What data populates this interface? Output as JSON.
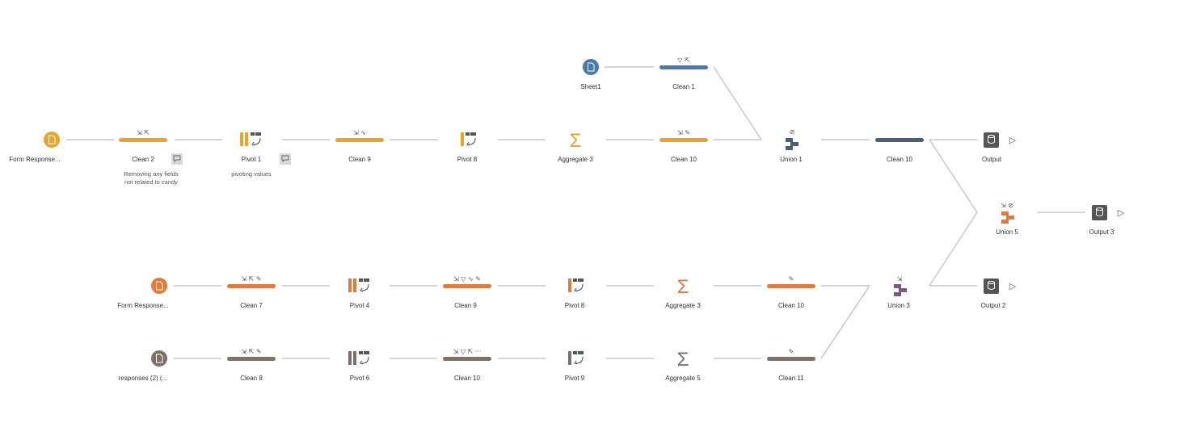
{
  "colors": {
    "yellow": "#e9a42c",
    "orange": "#e07a3d",
    "gray": "#7c7068",
    "blue": "#4a7aa6",
    "navy": "#4d5f74",
    "union_purple": "#7a5a76",
    "output": "#555555",
    "connector": "#c8c8c8"
  },
  "nodes": {
    "form_responses_1": {
      "label": "Form Response...",
      "icon": "input-file-icon"
    },
    "clean2": {
      "label": "Clean 2",
      "icons": "⇲ ⇱",
      "note_line1": "Removing any fields",
      "note_line2": "not related to candy"
    },
    "pivot1": {
      "label": "Pivot 1",
      "note": "pivoting values"
    },
    "clean9_top": {
      "label": "Clean 9",
      "icons": "⇲ ∿"
    },
    "pivot8_top": {
      "label": "Pivot 8"
    },
    "aggregate3_top": {
      "label": "Aggregate 3"
    },
    "clean10_top": {
      "label": "Clean 10",
      "icons": "⇲ ✎"
    },
    "sheet1": {
      "label": "Sheet1"
    },
    "clean1": {
      "label": "Clean 1",
      "icons": "▽ ⇱"
    },
    "union1": {
      "label": "Union 1",
      "icons": "⊘"
    },
    "clean10_mid": {
      "label": "Clean 10"
    },
    "output": {
      "label": "Output"
    },
    "union5": {
      "label": "Union 5",
      "icons": "⇲ ⊘"
    },
    "output3": {
      "label": "Output 3"
    },
    "output2": {
      "label": "Output 2"
    },
    "union3": {
      "label": "Union 3",
      "icons": "⇲"
    },
    "form_responses_2": {
      "label": "Form Response..."
    },
    "clean7": {
      "label": "Clean 7",
      "icons": "⇲ ⇱ ✎"
    },
    "pivot4": {
      "label": "Pivot 4"
    },
    "clean9_mid": {
      "label": "Clean 9",
      "icons": "⇲ ▽ ∿ ✎"
    },
    "pivot8_mid": {
      "label": "Pivot 8"
    },
    "aggregate3_mid": {
      "label": "Aggregate 3"
    },
    "clean10_low": {
      "label": "Clean 10",
      "icons": "✎"
    },
    "responses2": {
      "label": "responses (2) (..."
    },
    "clean8": {
      "label": "Clean 8",
      "icons": "⇲ ⇱ ✎"
    },
    "pivot6": {
      "label": "Pivot 6"
    },
    "clean10_bot": {
      "label": "Clean 10",
      "icons": "⇲ ▽ ⇱ ···"
    },
    "pivot9": {
      "label": "Pivot 9"
    },
    "aggregate5": {
      "label": "Aggregate 5"
    },
    "clean11": {
      "label": "Clean 11",
      "icons": "✎"
    }
  },
  "glyphs": {
    "sigma": "Σ",
    "run": "▷"
  }
}
